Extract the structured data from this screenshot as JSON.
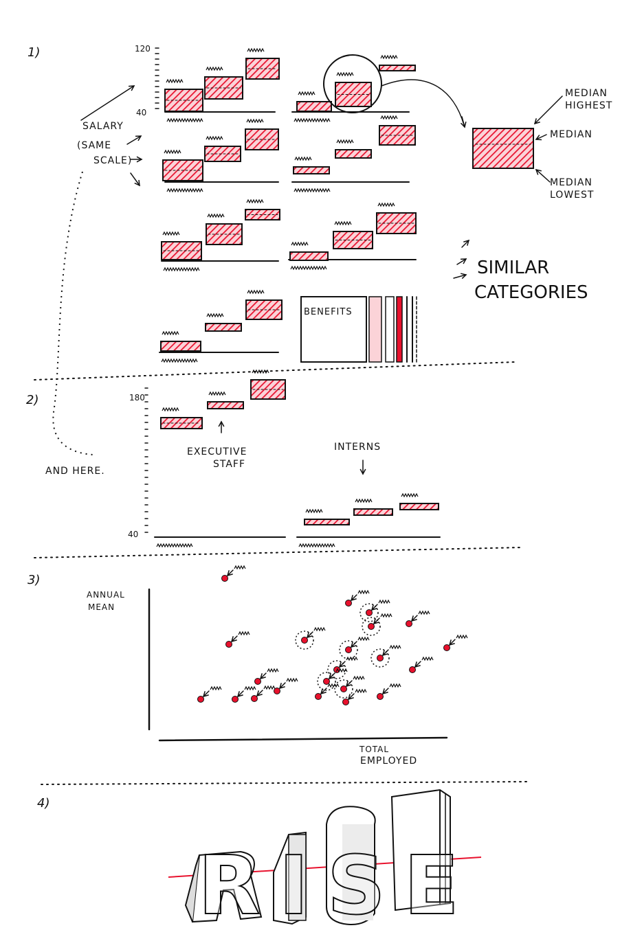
{
  "sections": {
    "s1": {
      "label": "1)",
      "ytop": "120",
      "ybottom": "40",
      "salary": "SALARY",
      "same": "(SAME",
      "scale": "SCALE)",
      "median_highest_1": "MEDIAN",
      "median_highest_2": "HIGHEST",
      "median": "MEDIAN",
      "median_lowest_1": "MEDIAN",
      "median_lowest_2": "LOWEST",
      "similar_1": "SIMILAR",
      "similar_2": "CATEGORIES",
      "benefits": "BENEFITS"
    },
    "s2": {
      "label": "2)",
      "ytop": "180",
      "ybottom": "40",
      "and_here": "AND HERE.",
      "exec_1": "EXECUTIVE",
      "exec_2": "STAFF",
      "interns": "INTERNS"
    },
    "s3": {
      "label": "3)",
      "ylabel_1": "ANNUAL",
      "ylabel_2": "MEAN",
      "xlabel_1": "TOTAL",
      "xlabel_2": "EMPLOYED"
    },
    "s4": {
      "label": "4)",
      "word": "RISE"
    }
  },
  "colors": {
    "ink": "#111111",
    "accent": "#e8112d",
    "fill": "#f4a0ac"
  }
}
